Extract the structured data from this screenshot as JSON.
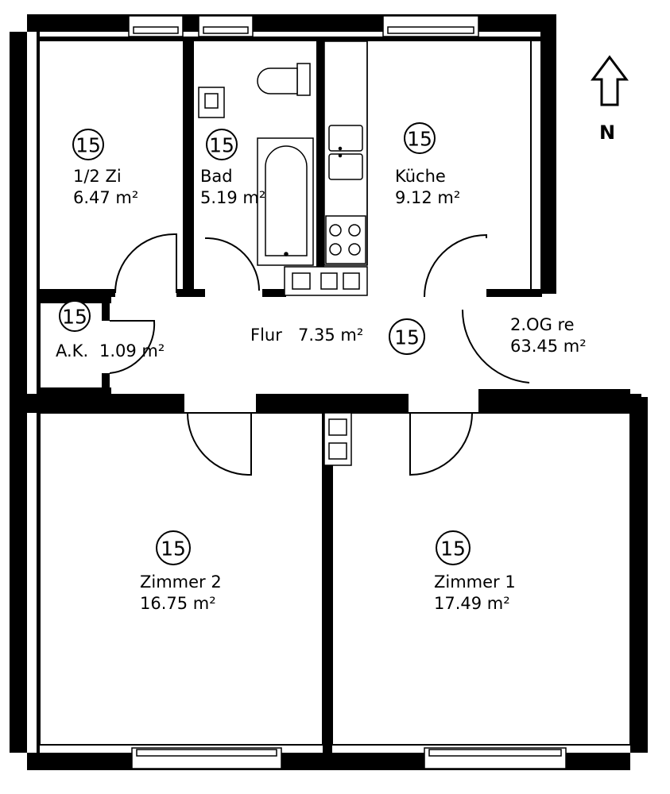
{
  "plan": {
    "north": "N",
    "total": {
      "name": "2.OG re",
      "area": "63.45 m²"
    },
    "rooms": [
      {
        "number": "15",
        "name": "1/2 Zi",
        "area": "6.47 m²"
      },
      {
        "number": "15",
        "name": "Bad",
        "area": "5.19 m²"
      },
      {
        "number": "15",
        "name": "Küche",
        "area": "9.12 m²"
      },
      {
        "number": "15",
        "name": "A.K.",
        "area": "1.09 m²"
      },
      {
        "number": "15",
        "name": "Flur",
        "area": "7.35 m²"
      },
      {
        "number": "15",
        "name": "Zimmer 2",
        "area": "16.75 m²"
      },
      {
        "number": "15",
        "name": "Zimmer 1",
        "area": "17.49 m²"
      }
    ]
  }
}
